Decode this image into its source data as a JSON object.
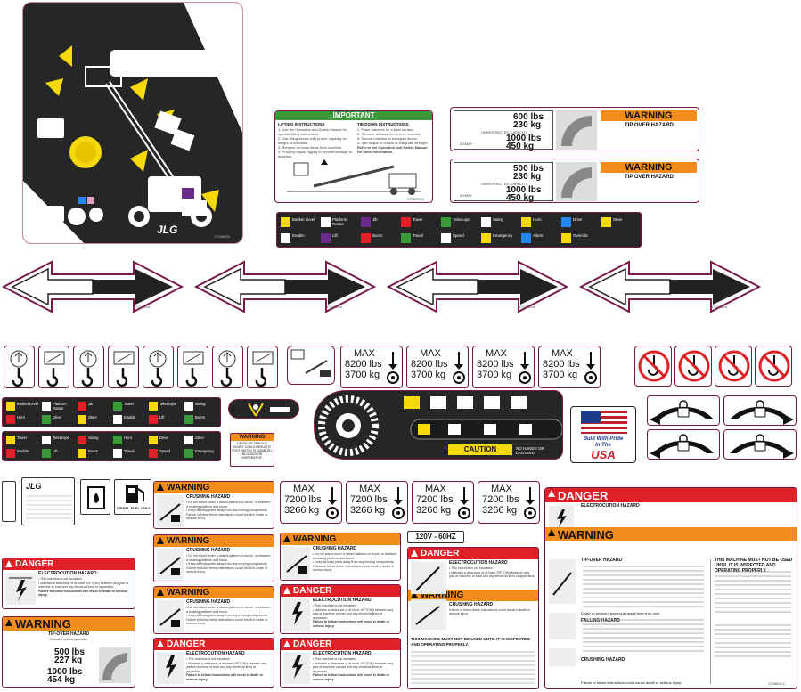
{
  "control_panel": {
    "brand": "JLG",
    "code": "1704800C"
  },
  "important_decal": {
    "title": "IMPORTANT",
    "col1_title": "LIFTING INSTRUCTIONS",
    "col2_title": "TIE DOWN INSTRUCTIONS",
    "col1_lines": [
      "1. Use the Operation and Safety Manual for specific lifting instructions.",
      "2. Use lifting device with proper capacity for weight of machine.",
      "3. Remove all loose items from machine.",
      "4. Properly adjust rigging to prevent damage to machine."
    ],
    "col2_lines": [
      "1. Place machine on a level surface.",
      "2. Remove all loose items from machine.",
      "3. Secure machine to transport device.",
      "4. Use straps or chains of adequate strength."
    ],
    "footer": "Refer to the Operation and Safety Manual for more information.",
    "code": "1705757 C"
  },
  "tipover_decals": [
    {
      "lbs1": "600 lbs",
      "kg1": "230 kg",
      "restricted": "UNRESTRICTED CAPACITY",
      "lbs2": "1000 lbs",
      "kg2": "450 kg",
      "wind": "0 KM/H",
      "warning": "WARNING",
      "hazard": "TIP OVER HAZARD"
    },
    {
      "lbs1": "500 lbs",
      "kg1": "230 kg",
      "restricted": "UNRESTRICTED CAPACITY",
      "lbs2": "1000 lbs",
      "kg2": "450 kg",
      "wind": "0 KM/H",
      "warning": "WARNING",
      "hazard": "TIP OVER HAZARD"
    }
  ],
  "function_strip_labels": [
    "Basket Level",
    "Platform Rotate",
    "Jib",
    "Tower",
    "Telescope",
    "Swing",
    "Horn",
    "Drive",
    "Steer",
    "Enable",
    "Lift",
    "Boom",
    "Travel",
    "Speed",
    "Emergency",
    "Alarm",
    "Override"
  ],
  "arrows_code": "1701529A",
  "max_8200": [
    {
      "max": "MAX",
      "lbs": "8200 lbs",
      "kg": "3700 kg"
    },
    {
      "max": "MAX",
      "lbs": "8200 lbs",
      "kg": "3700 kg"
    },
    {
      "max": "MAX",
      "lbs": "8200 lbs",
      "kg": "3700 kg"
    },
    {
      "max": "MAX",
      "lbs": "8200 lbs",
      "kg": "3700 kg"
    }
  ],
  "max_7200": [
    {
      "max": "MAX",
      "lbs": "7200 lbs",
      "kg": "3266 kg"
    },
    {
      "max": "MAX",
      "lbs": "7200 lbs",
      "kg": "3266 kg"
    },
    {
      "max": "MAX",
      "lbs": "7200 lbs",
      "kg": "3266 kg"
    },
    {
      "max": "MAX",
      "lbs": "7200 lbs",
      "kg": "3266 kg"
    }
  ],
  "small_warning": {
    "warning": "WARNING",
    "body": "DEATH OR SERIOUS INJURY COULD RESULT IF FOOTSWITCH IS DISABLED, BLOCKED OR INOPERATIVE."
  },
  "caution": {
    "label": "CAUTION",
    "text": "NO HANDS OR LANYARD"
  },
  "usa": {
    "line1": "Built With Pride",
    "line2": "In The",
    "line3": "USA"
  },
  "diesel": "DIESEL FUEL ONLY",
  "voltage": "120V - 60HZ",
  "crushing": {
    "warning": "WARNING",
    "hazard": "CRUSHING HAZARD",
    "lines": [
      "• Do not stand under a raised platform or boom, or between a rotating platform and boom.",
      "• Keep all body parts away from any moving components."
    ],
    "fail": "Failure to follow these instructions could result in death or serious injury."
  },
  "electro": {
    "danger": "DANGER",
    "hazard": "ELECTROCUTION HAZARD",
    "lines": [
      "• This machine is not insulated.",
      "• Maintain a clearance of at least 10FT(3M) between any part of machine or load and any electrical lines or apparatus."
    ],
    "fail": "Failure to follow instructions will result in death or serious injury."
  },
  "crowded": {
    "warning": "WARNING",
    "hazard": "TIP-OVER HAZARD",
    "sub": "Crowded vertical operation",
    "lbs1": "500 lbs",
    "kg1": "227 kg",
    "lbs2": "1000 lbs",
    "kg2": "454 kg"
  },
  "big_danger": {
    "danger": "DANGER",
    "electro": "ELECTROCUTION HAZARD",
    "warning": "WARNING",
    "tipover": "TIP-OVER HAZARD",
    "right_title": "THIS MACHINE MUST NOT BE USED UNTIL IT IS INSPECTED AND OPERATING PROPERLY.",
    "falling": "FALLING HAZARD",
    "crushing": "CRUSHING HAZARD",
    "death": "Death or serious injury could result from a tip-over.",
    "fail": "Failure to follow instructions could cause death or serious injury.",
    "code": "1705878 C"
  },
  "mid_danger": {
    "danger": "DANGER",
    "hazard": "ELECTROCUTION HAZARD",
    "warning": "WARNING",
    "crushing": "CRUSHING HAZARD",
    "must": "THIS MACHINE MUST NOT BE USED UNTIL IT IS INSPECTED AND OPERATING PROPERLY."
  },
  "colors": {
    "orange": "#f28c1b",
    "red": "#e02027",
    "border": "#7a1a4a",
    "dark": "#262626",
    "green": "#3a9a3a",
    "yellow": "#f5d90a"
  }
}
